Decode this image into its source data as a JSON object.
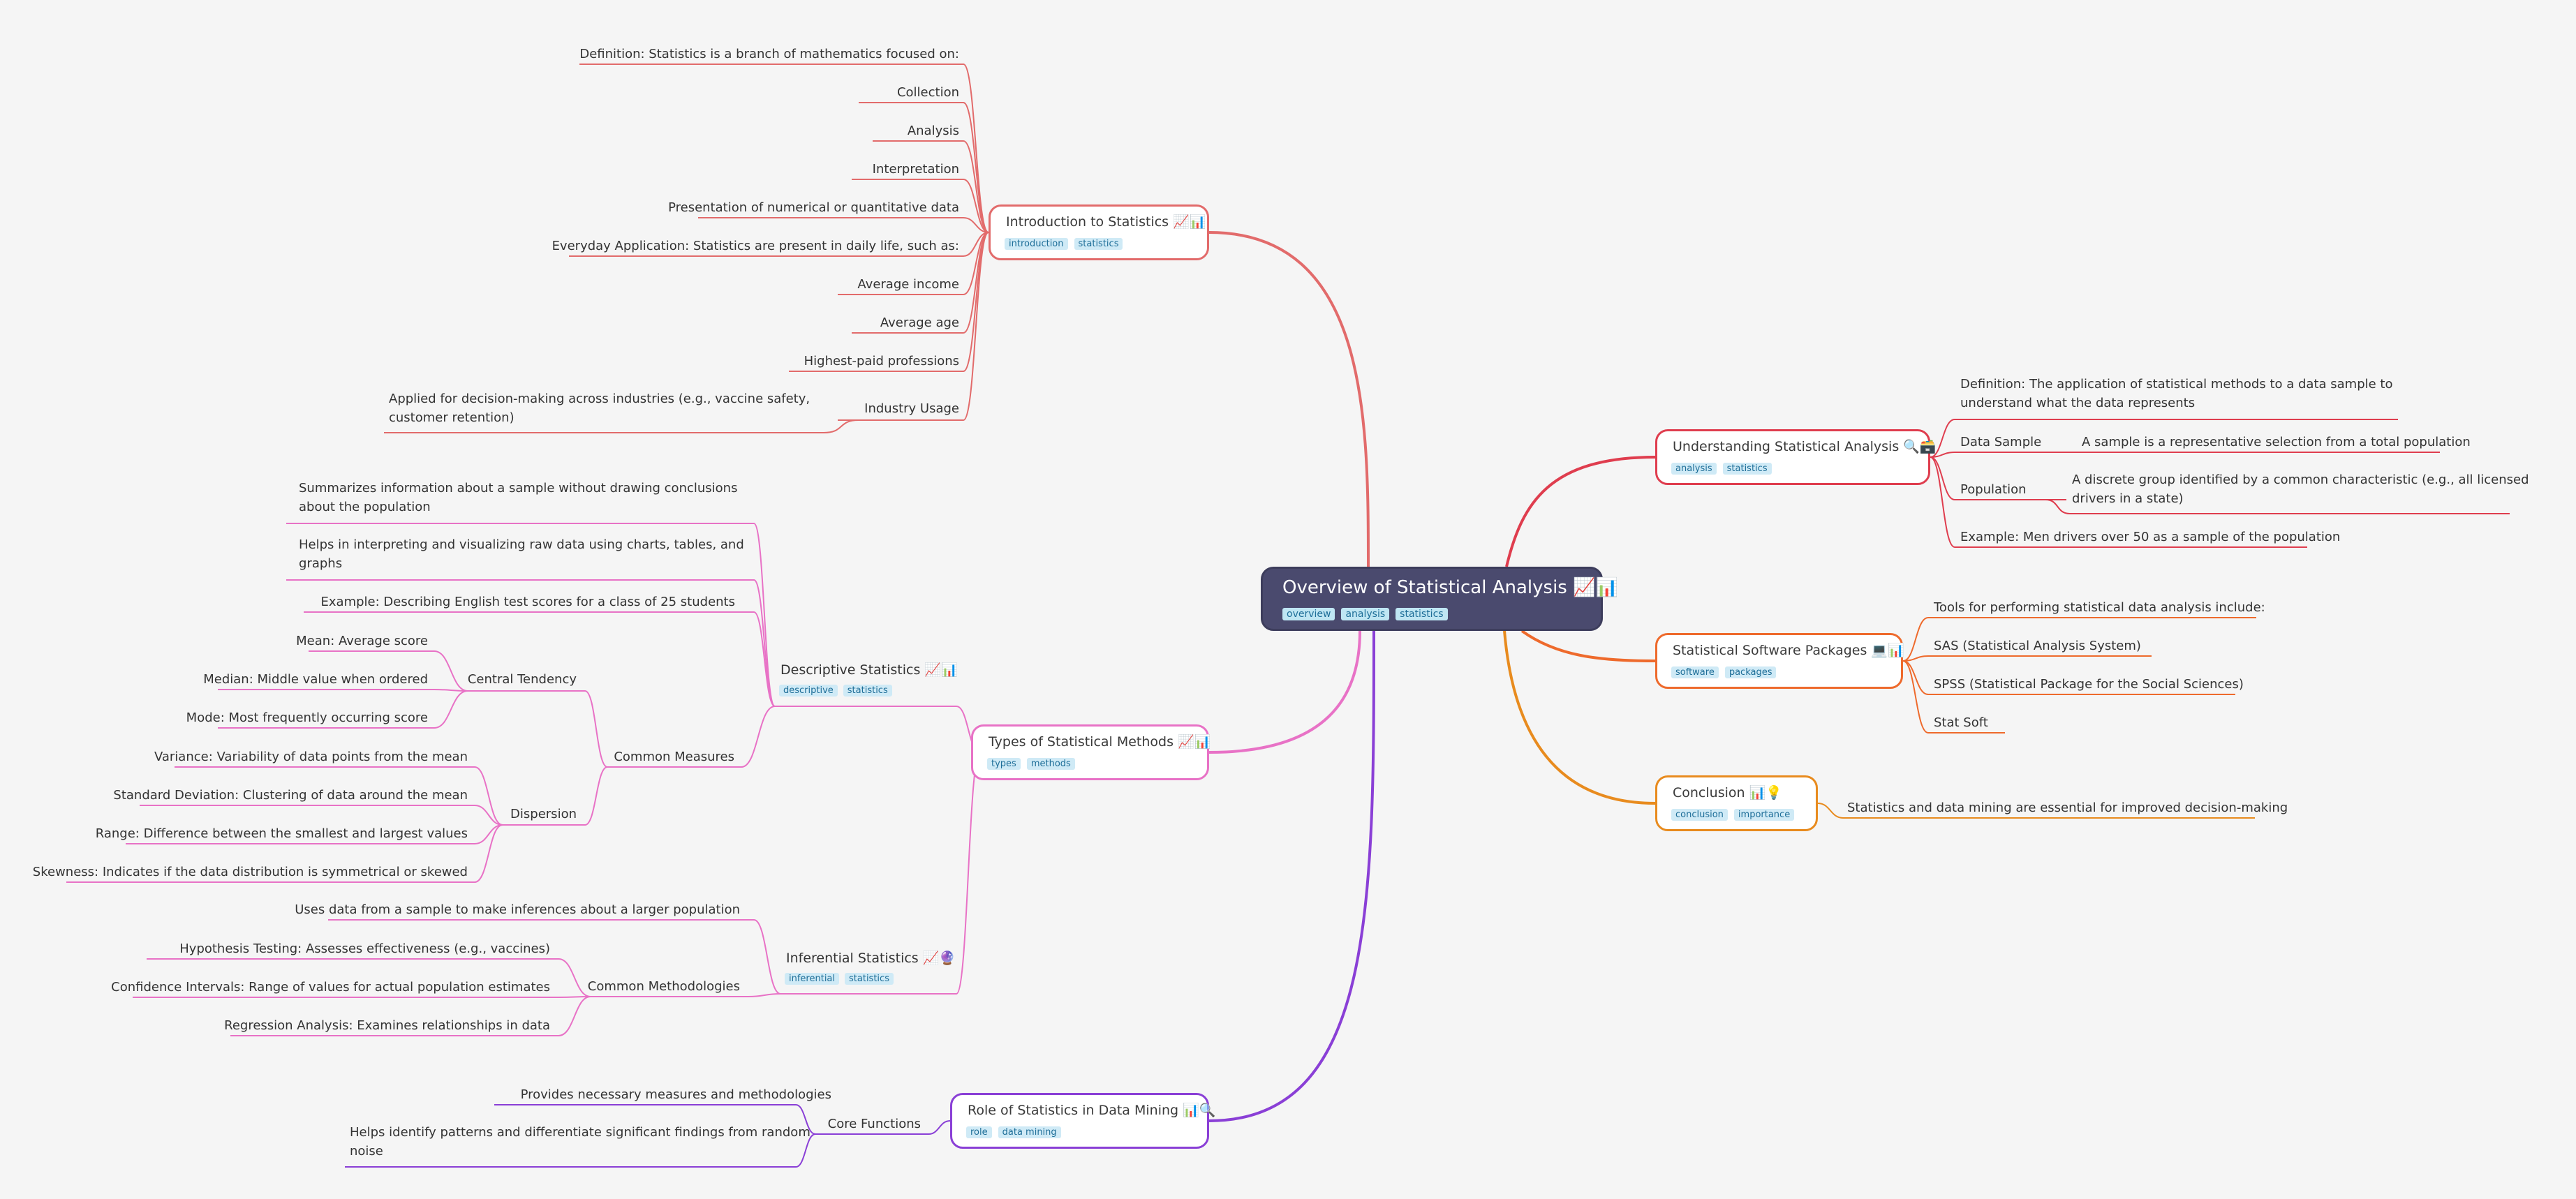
{
  "root": {
    "title": "Overview of Statistical Analysis 📈📊",
    "tags": [
      "overview",
      "analysis",
      "statistics"
    ]
  },
  "intro": {
    "title": "Introduction to Statistics 📈📊",
    "tags": [
      "introduction",
      "statistics"
    ],
    "items": [
      "Definition: Statistics is a branch of mathematics focused on:",
      "Collection",
      "Analysis",
      "Interpretation",
      "Presentation of numerical or quantitative data",
      "Everyday Application: Statistics are present in daily life, such as:",
      "Average income",
      "Average age",
      "Highest-paid professions",
      "Industry Usage"
    ],
    "industry_detail": [
      "Applied for decision-making across industries (e.g., vaccine safety,",
      "customer retention)"
    ]
  },
  "types": {
    "title": "Types of Statistical Methods 📈📊",
    "tags": [
      "types",
      "methods"
    ],
    "descriptive": {
      "title": "Descriptive Statistics 📈📊",
      "tags": [
        "descriptive",
        "statistics"
      ],
      "items": [
        [
          "Summarizes information about a sample without drawing conclusions",
          "about the population"
        ],
        [
          "Helps in interpreting and visualizing raw data using charts, tables, and",
          "graphs"
        ],
        [
          "Example: Describing English test scores for a class of 25 students"
        ]
      ],
      "common_measures": "Common Measures",
      "central_tendency": {
        "label": "Central Tendency",
        "items": [
          "Mean: Average score",
          "Median: Middle value when ordered",
          "Mode: Most frequently occurring score"
        ]
      },
      "dispersion": {
        "label": "Dispersion",
        "items": [
          "Variance: Variability of data points from the mean",
          "Standard Deviation: Clustering of data around the mean",
          "Range: Difference between the smallest and largest values",
          "Skewness: Indicates if the data distribution is symmetrical or skewed"
        ]
      }
    },
    "inferential": {
      "title": "Inferential Statistics 📈🔮",
      "tags": [
        "inferential",
        "statistics"
      ],
      "item": "Uses data from a sample to make inferences about a larger population",
      "methodologies": {
        "label": "Common Methodologies",
        "items": [
          "Hypothesis Testing: Assesses effectiveness (e.g., vaccines)",
          "Confidence Intervals: Range of values for actual population estimates",
          "Regression Analysis: Examines relationships in data"
        ]
      }
    }
  },
  "mining": {
    "title": "Role of Statistics in Data Mining 📊🔍",
    "tags": [
      "role",
      "data mining"
    ],
    "core": {
      "label": "Core Functions",
      "items": [
        [
          "Provides necessary measures and methodologies"
        ],
        [
          "Helps identify patterns and differentiate significant findings from random",
          "noise"
        ]
      ]
    }
  },
  "understanding": {
    "title": "Understanding Statistical Analysis 🔍🗃️",
    "tags": [
      "analysis",
      "statistics"
    ],
    "definition": [
      "Definition: The application of statistical methods to a data sample to",
      "understand what the data represents"
    ],
    "data_sample": {
      "label": "Data Sample",
      "detail": "A sample is a representative selection from a total population"
    },
    "population": {
      "label": "Population",
      "detail": [
        "A discrete group identified by a common characteristic (e.g., all licensed",
        "drivers in a state)"
      ]
    },
    "example": "Example: Men drivers over 50 as a sample of the population"
  },
  "software": {
    "title": "Statistical Software Packages 💻📊",
    "tags": [
      "software",
      "packages"
    ],
    "items": [
      "Tools for performing statistical data analysis include:",
      "SAS (Statistical Analysis System)",
      "SPSS (Statistical Package for the Social Sciences)",
      "Stat Soft"
    ]
  },
  "conclusion": {
    "title": "Conclusion 📊💡",
    "tags": [
      "conclusion",
      "importance"
    ],
    "item": "Statistics and data mining are essential for improved decision-making"
  },
  "colors": {
    "intro": "#e26b6b",
    "types": "#e872c6",
    "mining": "#8a3fd6",
    "understanding": "#df3d4e",
    "software": "#ee6a2c",
    "conclusion": "#e88b1e",
    "root": "#4a4a6e"
  }
}
